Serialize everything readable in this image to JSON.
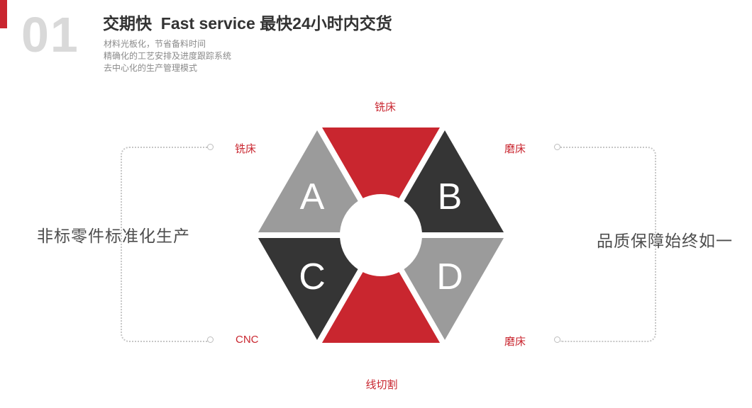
{
  "header": {
    "index": "01",
    "title": "交期快  Fast service 最快24小时内交货",
    "bullets": [
      "材料光板化，节省备料时间",
      "精确化的工艺安排及进度跟踪系统",
      "去中心化的生产管理模式"
    ]
  },
  "sides": {
    "left": "非标零件标准化生产",
    "right": "品质保障始终如一"
  },
  "diagram": {
    "labels": {
      "top": "铣床",
      "upper_left": "铣床",
      "upper_right": "磨床",
      "lower_left": "CNC",
      "lower_right": "磨床",
      "bottom": "线切割"
    },
    "triangles": {
      "a": "A",
      "b": "B",
      "c": "C",
      "d": "D"
    }
  },
  "colors": {
    "red": "#c9262f",
    "dark": "#353535",
    "gray": "#9b9b9b",
    "number_gray": "#d9d9d9",
    "line_gray": "#c6c6c6"
  }
}
